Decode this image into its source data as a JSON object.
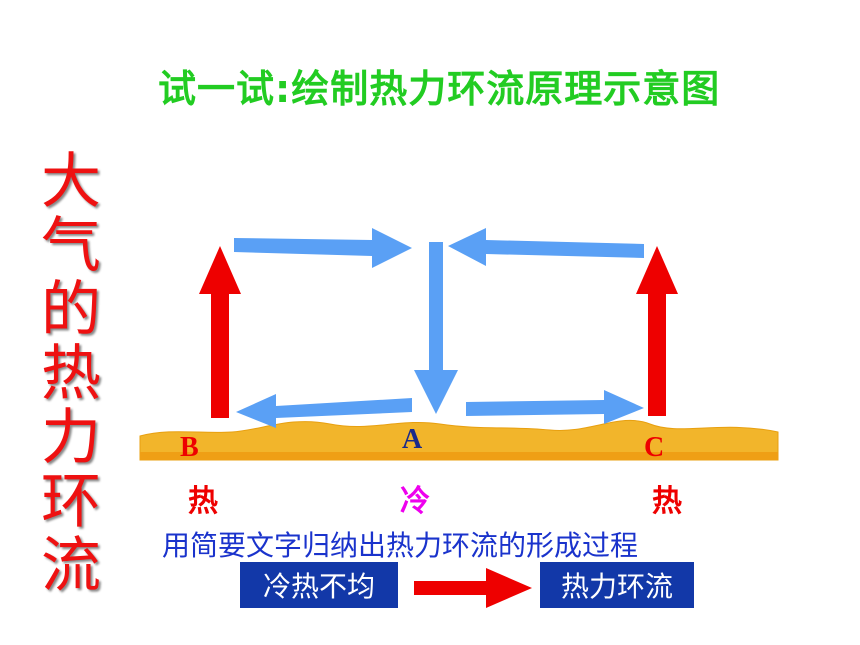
{
  "title": "试一试:绘制热力环流原理示意图",
  "side_title": [
    "大",
    "气",
    "的",
    "热",
    "力",
    "环",
    "流"
  ],
  "points": {
    "b": {
      "label": "B",
      "temp": "热"
    },
    "a": {
      "label": "A",
      "temp": "冷"
    },
    "c": {
      "label": "C",
      "temp": "热"
    }
  },
  "summary": {
    "prompt": "用简要文字归纳出热力环流的形成过程",
    "cause": "冷热不均",
    "result": "热力环流"
  },
  "colors": {
    "title": "#22cc22",
    "side_title": "#ee1111",
    "hot_arrow": "#ee0000",
    "cold_arrow": "#5aa0f5",
    "ground": "#f2b52b",
    "label_red": "#ee0000",
    "label_blue": "#1a2a8a",
    "label_magenta": "#ee00ee",
    "box": "#1238a8"
  }
}
